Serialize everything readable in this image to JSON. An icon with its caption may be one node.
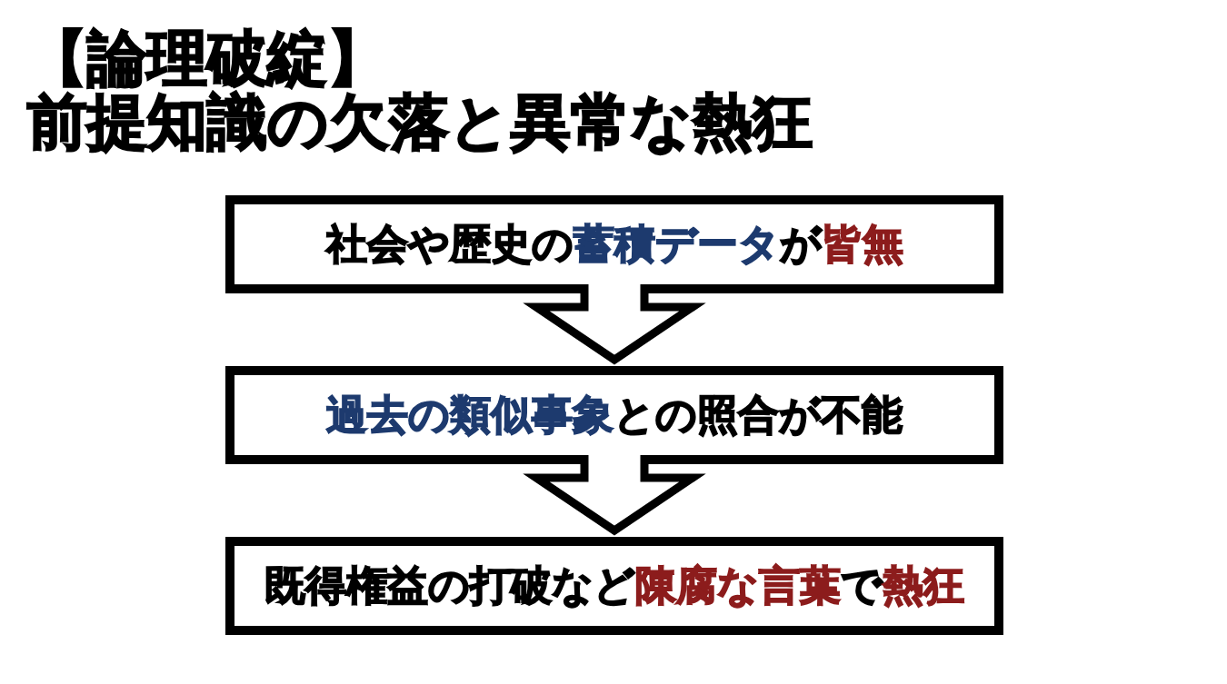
{
  "diagram": {
    "title": "【論理破綻】前提知識の欠落と異常な熱狂",
    "nodes": [
      {
        "text": [
          "社会や歴史の**蓄積データ**が**皆無**"
        ]
      },
      {
        "text": [
          "**過去の類似事象**との照合が不能"
        ]
      },
      {
        "text": [
          "既得権益の打破など**陳腐な言葉**で**熱狂**"
        ]
      }
    ],
    "edges": [
      {
        "from": 0,
        "to": 1,
        "arrow": "to"
      },
      {
        "from": 1,
        "to": 2,
        "arrow": "to"
      }
    ]
  }
}
